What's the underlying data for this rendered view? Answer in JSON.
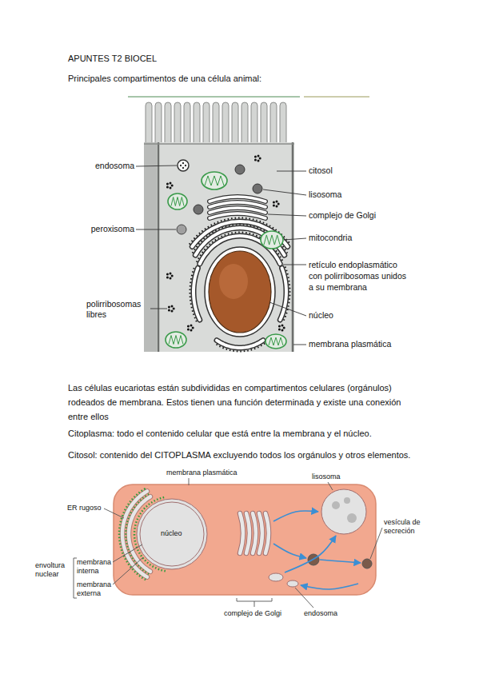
{
  "diagram": {
    "title": "APUNTES T2 BIOCEL",
    "labels": [
      "Principales compartimentos de una célula animal:",
      "endosoma",
      "peroxisoma",
      "polirribosomas libres",
      "citosol",
      "lisosoma",
      "complejo de Golgi",
      "mitocondria",
      "retículo endoplasmático con polirribosomas unidos a su membrana",
      "núcleo",
      "membrana plasmática",
      "Las células eucariotas están subdivididas en compartimentos celulares (orgánulos) rodeados de membrana. Estos tienen una función determinada y existe una conexión entre ellos",
      "Citoplasma: todo el contenido celular que está entre la membrana y el núcleo.",
      "Citosol: contenido del CITOPLASMA excluyendo todos los orgánulos y otros elementos.",
      "membrana plasmática",
      "lisosoma",
      "ER rugoso",
      "núcleo",
      "vesícula de secreción",
      "envoltura nuclear",
      "membrana interna",
      "membrana externa",
      "complejo de Golgi",
      "endosoma"
    ]
  }
}
